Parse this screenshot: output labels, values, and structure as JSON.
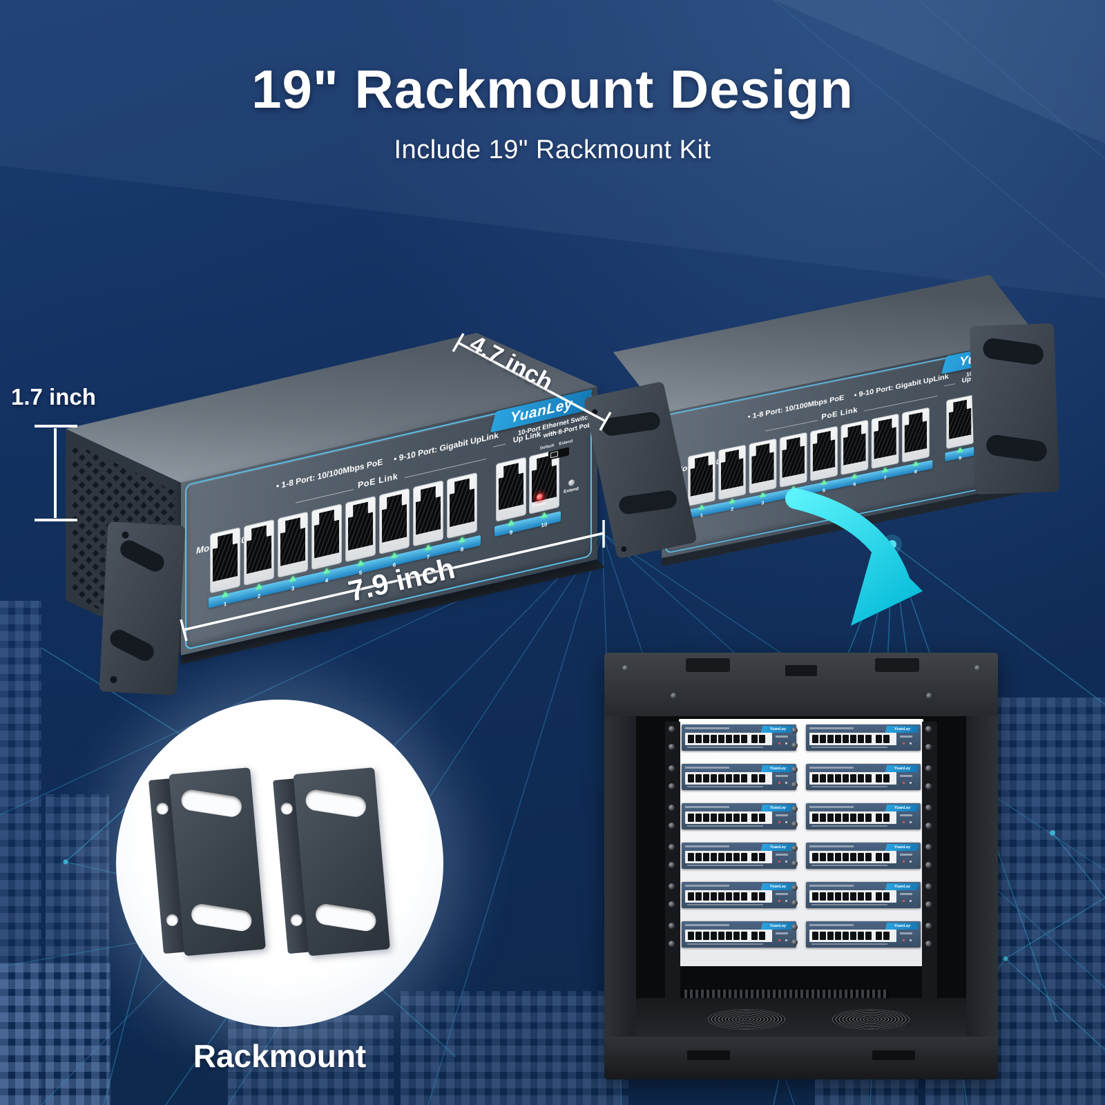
{
  "title": "19\" Rackmount Design",
  "subtitle": "Include 19\" Rackmount Kit",
  "annotations": {
    "height_label": "1.7 inch",
    "depth_label": "4.7 inch",
    "width_label": "7.9 inch",
    "bracket_label": "Rackmount"
  },
  "switch_panel": {
    "brand": "YuanLey",
    "model_label": "Model: YS082G-P",
    "spec_poe": "• 1-8 Port: 10/100Mbps PoE",
    "spec_uplink": "• 9-10 Port: Gigabit UpLink",
    "poe_group_label": "PoE Link",
    "uplink_group_label": "Up Link",
    "product_line1": "10-Port Ethernet Switch",
    "product_line2": "with 8-Port PoE",
    "dip_label_default": "Default",
    "dip_label_extend": "Extend",
    "led_power_label": "Power",
    "led_extend_label": "Extend",
    "poe_port_numbers": [
      "1",
      "2",
      "3",
      "4",
      "5",
      "6",
      "7",
      "8"
    ],
    "uplink_port_numbers": [
      "9",
      "10"
    ]
  },
  "rack": {
    "rows": 6,
    "units_per_row": 2,
    "unit_brand": "YuanLey"
  },
  "colors": {
    "background_navy": "#13315f",
    "panel_accent_blue": "#5bbde9",
    "brand_banner_blue": "#1e8fd0",
    "led_strip_blue": "#2f9ad2",
    "port_led_green": "#72f4ab",
    "power_led_red": "#ef1212",
    "arrow_cyan": "#17dff0",
    "constellation_teal": "#2f9cc4",
    "dimension_white": "#ffffff"
  }
}
